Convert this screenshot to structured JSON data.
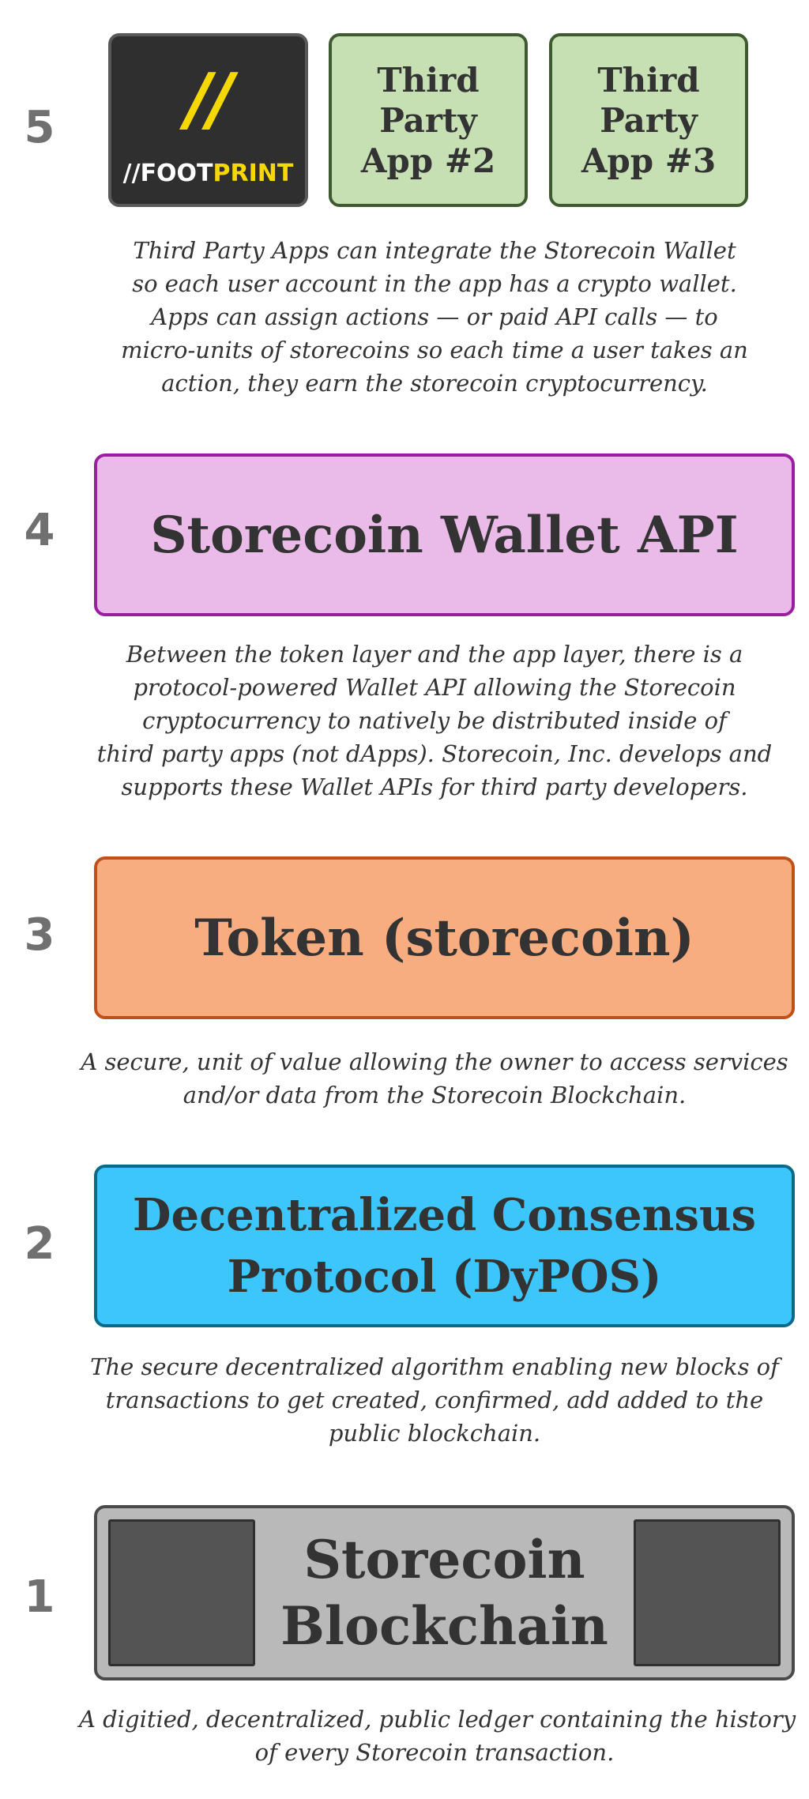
{
  "layers": [
    {
      "number": "5",
      "footprint_logo": {
        "slash": "//",
        "prefix": "//",
        "word_a": "FOOT",
        "word_b": "PRINT"
      },
      "apps": [
        {
          "lines": [
            "Third",
            "Party",
            "App #2"
          ]
        },
        {
          "lines": [
            "Third",
            "Party",
            "App #3"
          ]
        }
      ],
      "description": [
        "Third Party Apps can integrate the Storecoin Wallet",
        "so each user account in the app has a crypto wallet.",
        "Apps can assign actions — or paid API calls — to",
        "micro-units of storecoins so each time a user takes an",
        "action, they earn the storecoin cryptocurrency."
      ]
    },
    {
      "number": "4",
      "title": "Storecoin Wallet API",
      "description": [
        "Between the token layer and the app layer, there is a",
        "protocol-powered Wallet API allowing the Storecoin",
        "cryptocurrency to natively be distributed inside of",
        "third party apps (not dApps). Storecoin, Inc. develops and",
        "supports these Wallet APIs for third party developers."
      ]
    },
    {
      "number": "3",
      "title": "Token (storecoin)",
      "description": [
        "A secure, unit of value allowing the owner to access services",
        "and/or data from the Storecoin Blockchain."
      ]
    },
    {
      "number": "2",
      "title_lines": [
        "Decentralized Consensus",
        "Protocol (DyPOS)"
      ],
      "description": [
        "The secure decentralized algorithm enabling new blocks of",
        "transactions to get created, confirmed, add added to the",
        "public blockchain."
      ]
    },
    {
      "number": "1",
      "title_lines": [
        "Storecoin",
        "Blockchain"
      ],
      "description": [
        "A digitied, decentralized, public ledger containing the history",
        "of every Storecoin transaction."
      ]
    }
  ],
  "colors": {
    "app_fill": "#c6e0b4",
    "app_border": "#3f5a30",
    "wallet_fill": "#eabbe8",
    "wallet_border": "#9a1ea0",
    "token_fill": "#f8ad80",
    "token_border": "#c0501a",
    "consensus_fill": "#3cc6fc",
    "consensus_border": "#0a6a8a",
    "blockchain_fill": "#b9b9b9",
    "blockchain_border": "#4a4a4a",
    "footprint_yellow": "#f5d800"
  }
}
